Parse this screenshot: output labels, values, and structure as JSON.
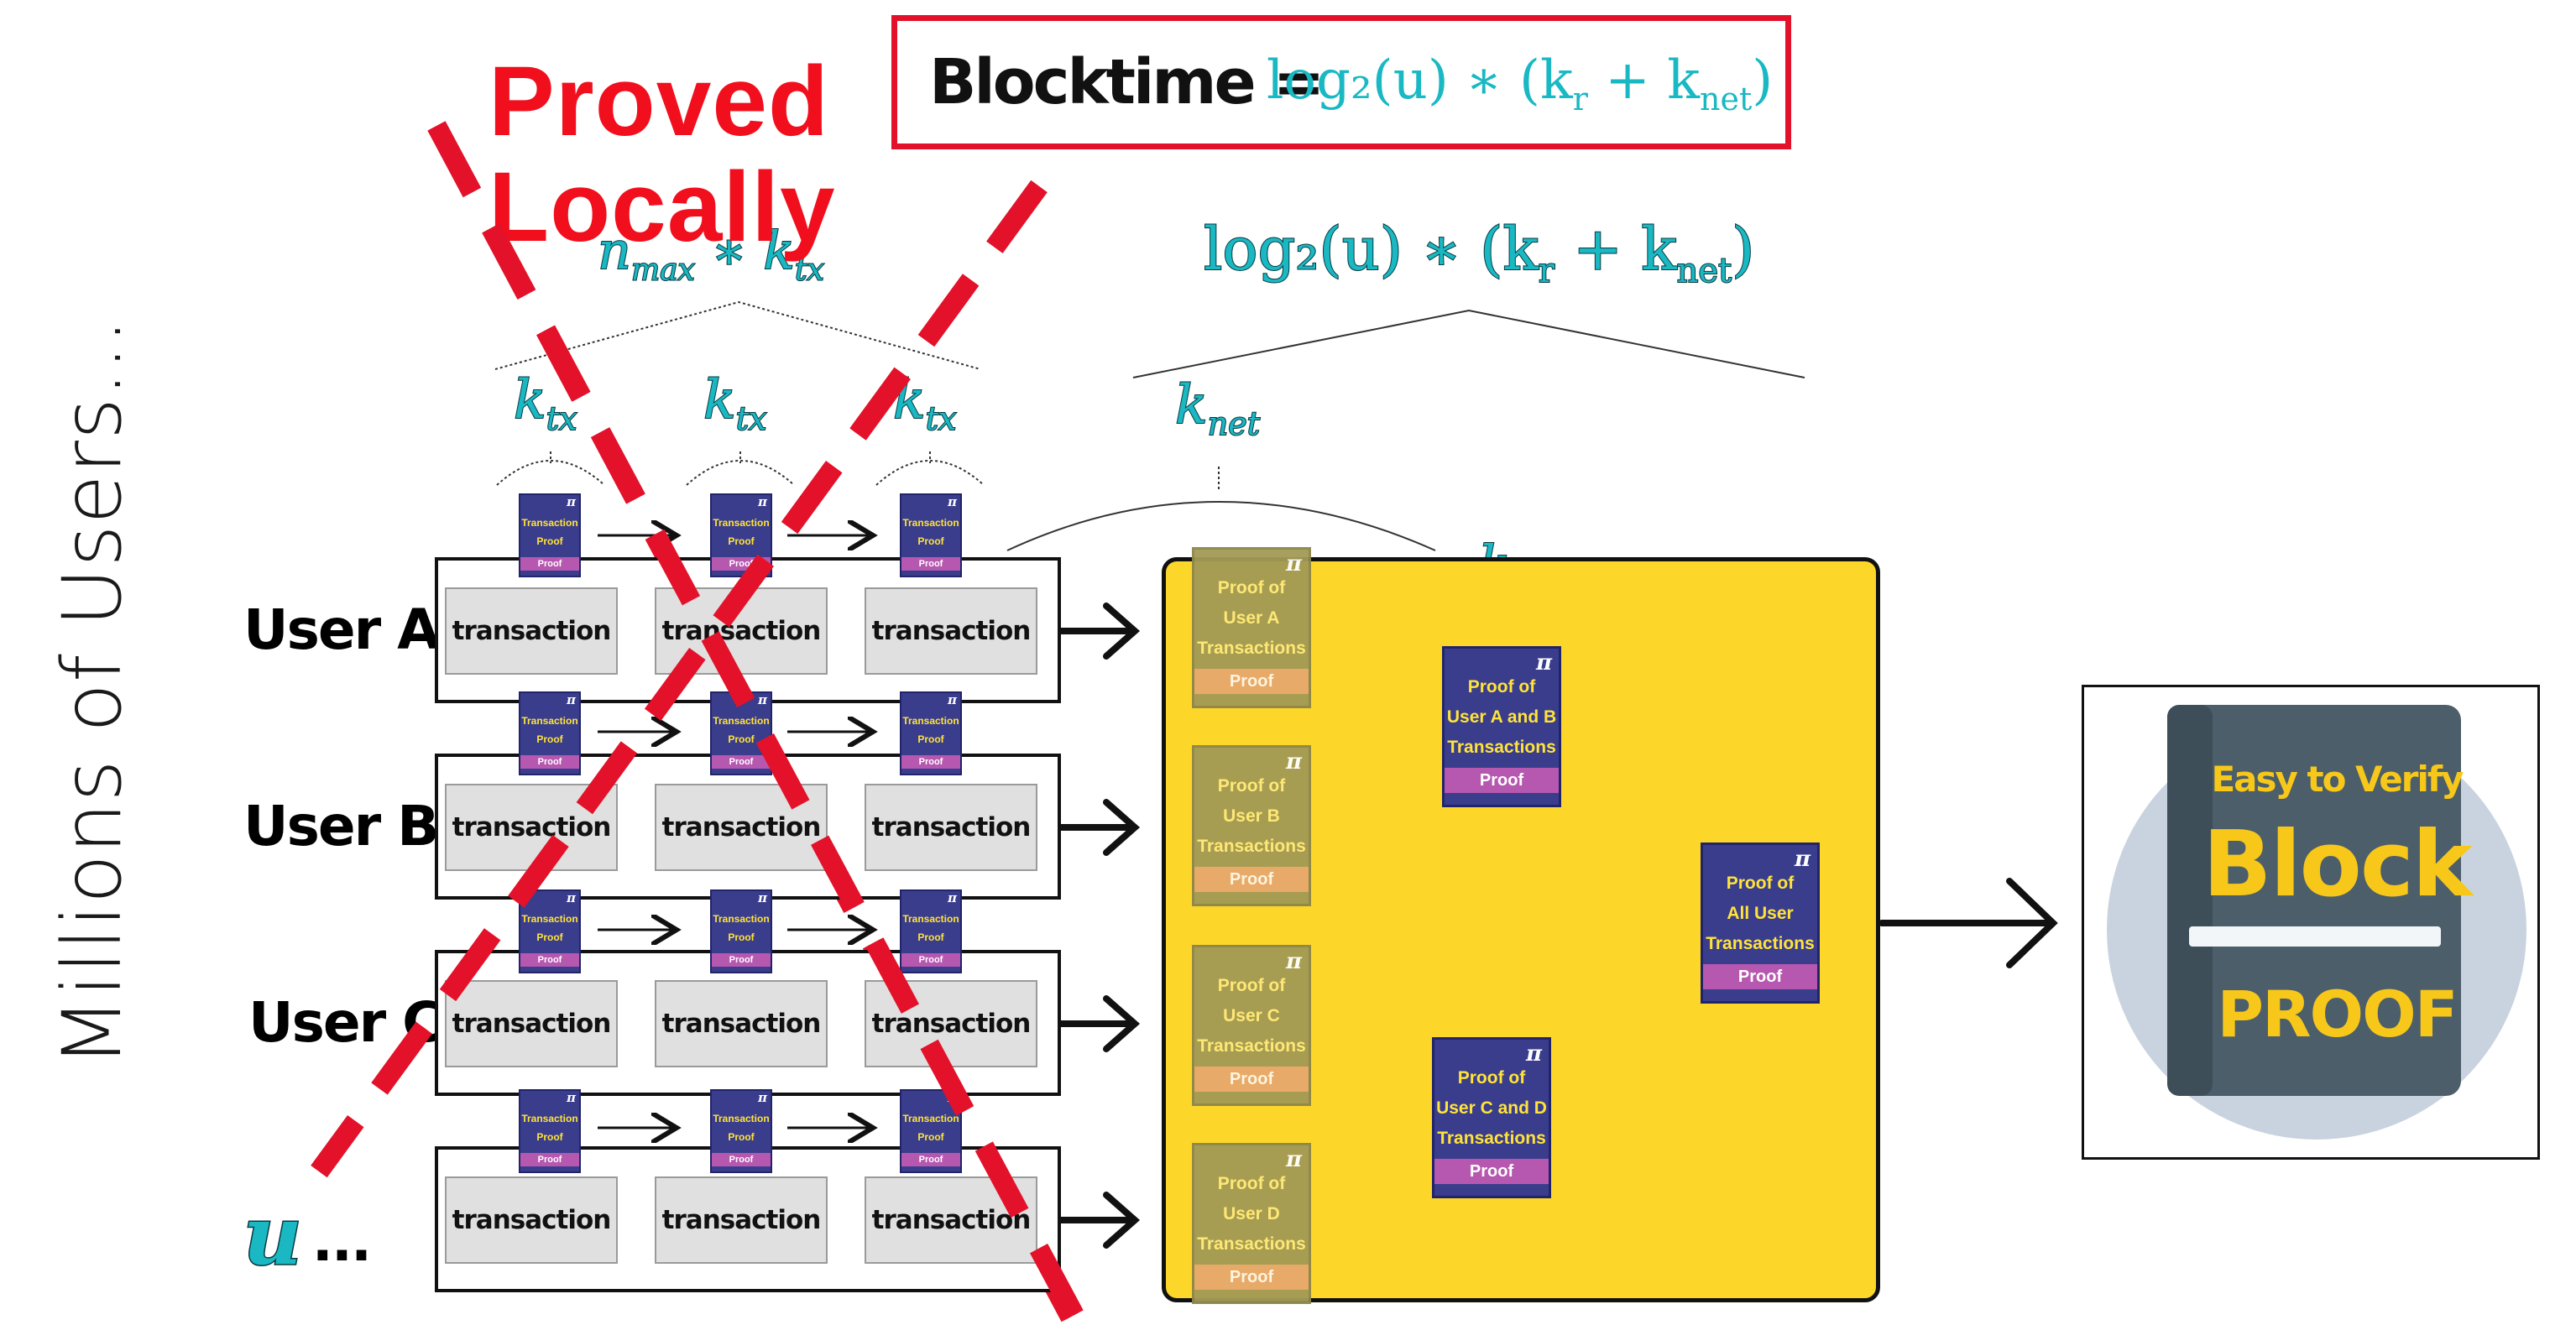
{
  "side_label": "Millions of Users...",
  "users": [
    {
      "label": "User A"
    },
    {
      "label": "User B"
    },
    {
      "label": "User C"
    },
    {
      "label": "...",
      "math": "u"
    }
  ],
  "transaction_label": "transaction",
  "tx_proof": {
    "line1": "Transaction",
    "line2": "Proof",
    "band": "Proof",
    "symbol": "π"
  },
  "proofs": {
    "a": [
      "Proof of",
      "User A",
      "Transactions"
    ],
    "b": [
      "Proof of",
      "User B",
      "Transactions"
    ],
    "c": [
      "Proof of",
      "User C",
      "Transactions"
    ],
    "d": [
      "Proof of",
      "User D",
      "Transactions"
    ],
    "ab": [
      "Proof of",
      "User A and B",
      "Transactions"
    ],
    "cd": [
      "Proof of",
      "User C and D",
      "Transactions"
    ],
    "all": [
      "Proof of",
      "All User",
      "Transactions"
    ],
    "band": "Proof",
    "symbol": "π"
  },
  "math": {
    "k_tx": "k",
    "k_tx_sub": "tx",
    "k_net": "k",
    "k_net_sub": "net",
    "k_r": "k",
    "k_r_sub": "r",
    "n_max_ktx": "n",
    "n_max_sub": "max",
    "log_formula": "log₂(u) ∗ (k",
    "log_formula_sub_r": "r",
    "log_formula_plus": " + k",
    "log_formula_sub_net": "net",
    "log_formula_close": ")"
  },
  "blocktime": {
    "label": "Blocktime =",
    "equation": "log₂(u) ∗ (k",
    "sub_r": "r",
    "plus": " + k",
    "sub_net": "net",
    "close": ")"
  },
  "overlay": {
    "line1": "Proved",
    "line2": "Locally"
  },
  "final_block": {
    "line1": "Easy to Verify",
    "line2": "Block",
    "line3": "PROOF"
  },
  "colors": {
    "red": "#e3122a",
    "yellow": "#fcd72a",
    "proof_blue": "#3a3d8c",
    "proof_band": "#b658b0",
    "math_cyan": "#19b8c3"
  }
}
